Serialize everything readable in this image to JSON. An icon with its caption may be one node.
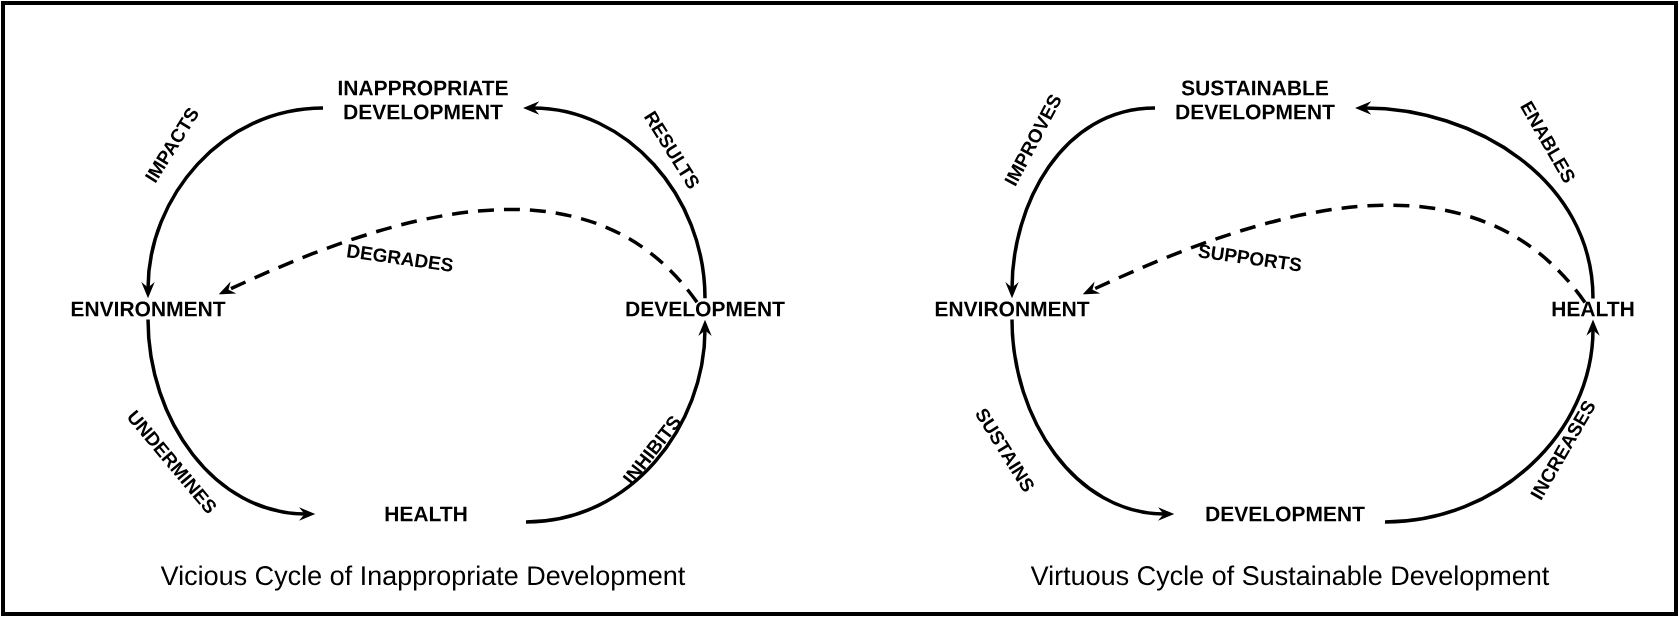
{
  "diagram": {
    "nodes": [
      {
        "text": [
          "INAPPROPRIATE DEVELOPMENT"
        ]
      },
      {
        "text": [
          "ENVIRONMENT"
        ]
      },
      {
        "text": [
          "DEVELOPMENT"
        ]
      },
      {
        "text": [
          "HEALTH"
        ]
      },
      {
        "text": [
          "SUSTAINABLE DEVELOPMENT"
        ]
      },
      {
        "text": [
          "ENVIRONMENT"
        ]
      },
      {
        "text": [
          "HEALTH"
        ]
      },
      {
        "text": [
          "DEVELOPMENT"
        ]
      }
    ],
    "edges": [
      {
        "from": 0,
        "to": 1,
        "arrow": "to",
        "label": "IMPACTS"
      },
      {
        "from": 1,
        "to": 3,
        "arrow": "to",
        "label": "UNDERMINES"
      },
      {
        "from": 3,
        "to": 2,
        "arrow": "to",
        "label": "INHIBITS"
      },
      {
        "from": 2,
        "to": 0,
        "arrow": "to",
        "label": "RESULTS"
      },
      {
        "from": 2,
        "to": 1,
        "arrow": "to",
        "label": "DEGRADES",
        "style": "dashed"
      },
      {
        "from": 4,
        "to": 5,
        "arrow": "to",
        "label": "IMPROVES"
      },
      {
        "from": 5,
        "to": 7,
        "arrow": "to",
        "label": "SUSTAINS"
      },
      {
        "from": 7,
        "to": 6,
        "arrow": "to",
        "label": "INCREASES"
      },
      {
        "from": 6,
        "to": 4,
        "arrow": "to",
        "label": "ENABLES"
      },
      {
        "from": 6,
        "to": 5,
        "arrow": "to",
        "label": "SUPPORTS",
        "style": "dashed"
      }
    ],
    "labels": [
      "Vicious Cycle of Inappropriate Development",
      "Virtuous Cycle of Sustainable Development"
    ]
  }
}
